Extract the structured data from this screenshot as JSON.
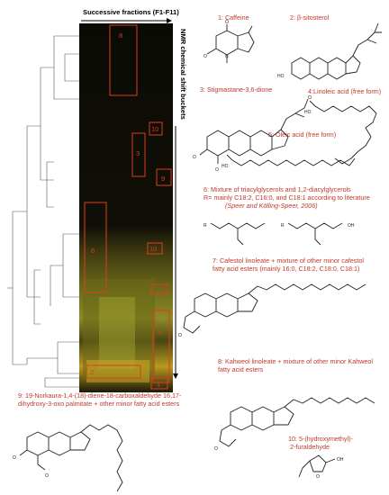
{
  "axes": {
    "x_label": "Successive fractions (F1-F11)",
    "y_label": "NMR chemical shift buckets"
  },
  "heatmap_boxes": [
    "8",
    "10",
    "3",
    "9",
    "6",
    "10",
    "7",
    "9",
    "1",
    "2"
  ],
  "compounds": {
    "c1": "1: Caffeine",
    "c2": "2: β-sitosterol",
    "c3": "3: Stigmastane-3,6-dione",
    "c4": "4:Linoleic acid (free form)",
    "c5": "5: Oleic acid (free form)",
    "c6_line1": "6: Mixture of triacylglycerols and 1,2-diacylglycerols",
    "c6_line2": "R= mainly C18:2, C16:0, and C18:1 according to literature",
    "c6_line3": "(Speer and Kölling-Speer, 2006)",
    "c7_line1": "7: Cafestol linoleate + mixture of other minor cafestol",
    "c7_line2": "fatty acid esters (mainly 16:0, C18:2, C18:0, C18:1)",
    "c8_line1": "8: Kahweol linoleate + mixture of other minor Kahweol",
    "c8_line2": "fatty acid esters",
    "c9_line1": "9: 19-Norkaura-1,4-(18)-diene-18-carboxaldehyde 16,17-",
    "c9_line2": "dihydroxy-3-oxo palmitate + other minor fatty acid esters",
    "c10_line1": "10: 5-(hydroxymethyl)-",
    "c10_line2": "2-furaldehyde"
  },
  "atoms": {
    "o": "O",
    "n": "N",
    "ho": "HO",
    "oh": "OH",
    "r": "R"
  },
  "colors": {
    "label": "#c0392b",
    "box": "#e03c1e",
    "heat_low": "#000000",
    "heat_high": "#e8e060"
  }
}
